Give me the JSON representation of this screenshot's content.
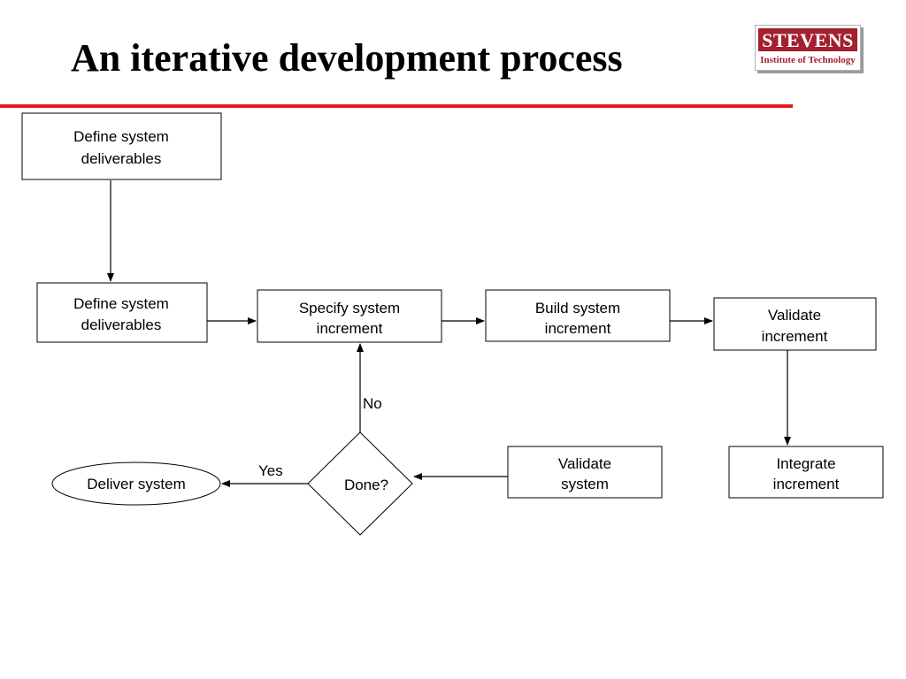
{
  "slide": {
    "title": "An iterative development process"
  },
  "logo": {
    "name": "STEVENS",
    "subtitle": "Institute of Technology",
    "brand_color": "#a2202f"
  },
  "rule_color": "#e31b23",
  "diagram": {
    "nodes": {
      "define1": {
        "lines": [
          "Define system",
          "deliverables"
        ]
      },
      "define2": {
        "lines": [
          "Define system",
          "deliverables"
        ]
      },
      "specify": {
        "lines": [
          "Specify system",
          "increment"
        ]
      },
      "build": {
        "lines": [
          "Build system",
          "increment"
        ]
      },
      "validate_inc": {
        "lines": [
          "Validate",
          "increment"
        ]
      },
      "integrate": {
        "lines": [
          "Integrate",
          "increment"
        ]
      },
      "validate_sys": {
        "lines": [
          "Validate",
          "system"
        ]
      },
      "done": {
        "lines": [
          "Done?"
        ]
      },
      "deliver": {
        "lines": [
          "Deliver system"
        ]
      }
    },
    "edge_labels": {
      "no": "No",
      "yes": "Yes"
    }
  }
}
